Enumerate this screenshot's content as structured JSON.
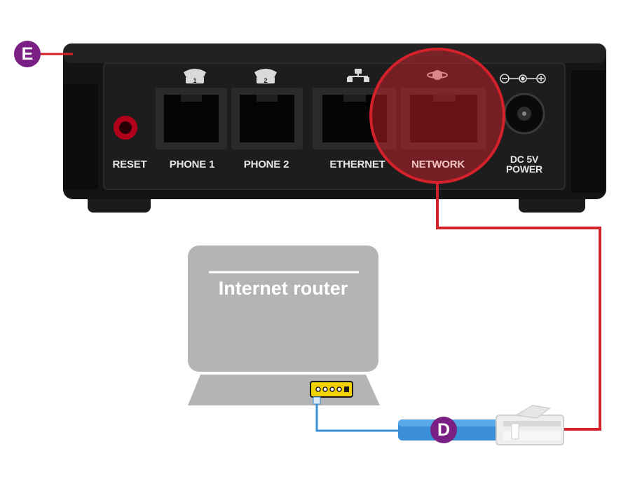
{
  "device": {
    "ports": {
      "reset": "RESET",
      "phone1": "PHONE 1",
      "phone2": "PHONE 2",
      "ethernet": "ETHERNET",
      "network": "NETWORK",
      "power_line1": "DC 5V",
      "power_line2": "POWER"
    },
    "phone1_number": "1",
    "phone2_number": "2",
    "highlight_color": "#d4212b"
  },
  "router": {
    "title": "Internet router"
  },
  "callouts": {
    "e_label": "E",
    "d_label": "D",
    "badge_color": "#7a1f84"
  },
  "cables": {
    "network_cable_color": "#d4212b",
    "router_cable_color": "#3a8fd6"
  }
}
